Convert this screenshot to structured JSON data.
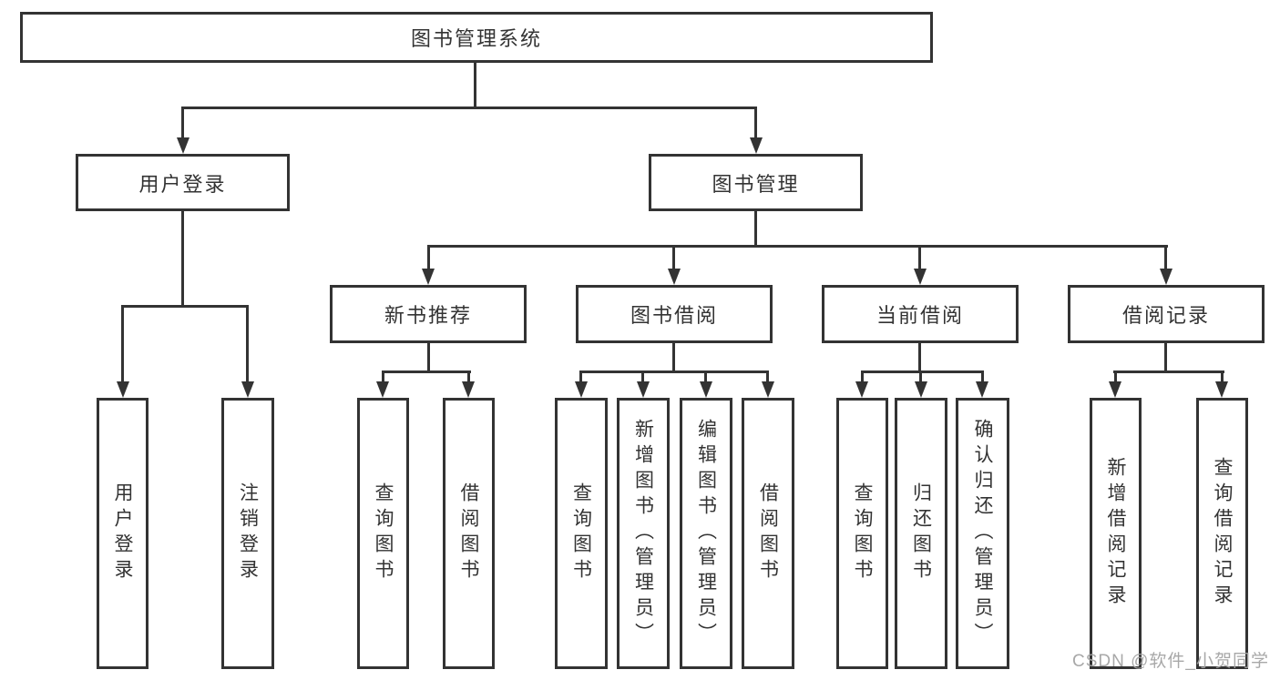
{
  "diagram": {
    "root": {
      "label": "图书管理系统"
    },
    "branches": [
      {
        "label": "用户登录",
        "children": [
          {
            "label": "用户登录"
          },
          {
            "label": "注销登录"
          }
        ]
      },
      {
        "label": "图书管理",
        "children": [
          {
            "label": "新书推荐",
            "children": [
              {
                "label": "查询图书"
              },
              {
                "label": "借阅图书"
              }
            ]
          },
          {
            "label": "图书借阅",
            "children": [
              {
                "label": "查询图书"
              },
              {
                "label": "新增图书（管理员）"
              },
              {
                "label": "编辑图书（管理员）"
              },
              {
                "label": "借阅图书"
              }
            ]
          },
          {
            "label": "当前借阅",
            "children": [
              {
                "label": "查询图书"
              },
              {
                "label": "归还图书"
              },
              {
                "label": "确认归还（管理员）"
              }
            ]
          },
          {
            "label": "借阅记录",
            "children": [
              {
                "label": "新增借阅记录"
              },
              {
                "label": "查询借阅记录"
              }
            ]
          }
        ]
      }
    ]
  },
  "watermark": {
    "text": "CSDN @软件_小贺同学"
  },
  "colors": {
    "line": "#333333",
    "text": "#333333",
    "background": "#ffffff",
    "watermark": "#a3a3a3"
  }
}
